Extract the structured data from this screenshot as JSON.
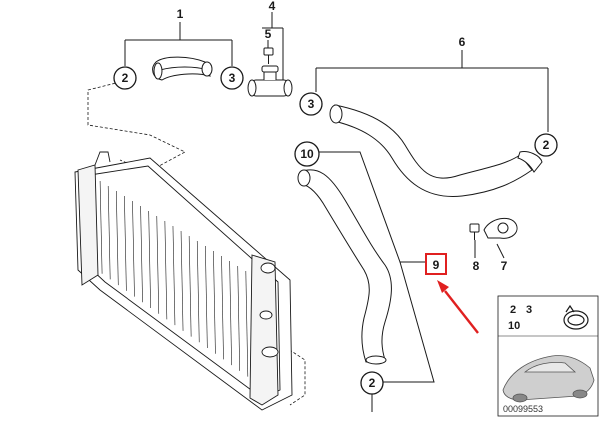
{
  "diagram": {
    "part_numbers": {
      "p1": "1",
      "p2": "2",
      "p3": "3",
      "p4": "4",
      "p5": "5",
      "p6": "6",
      "p7": "7",
      "p8": "8",
      "p9": "9",
      "p10": "10"
    },
    "legend_box": {
      "row1_a": "2",
      "row1_b": "3",
      "row2": "10"
    },
    "reference_code": "00099553",
    "colors": {
      "line": "#1a1a1a",
      "highlight": "#e02020",
      "arrow": "#e02020",
      "car_shade": "#bdbdbd"
    }
  }
}
